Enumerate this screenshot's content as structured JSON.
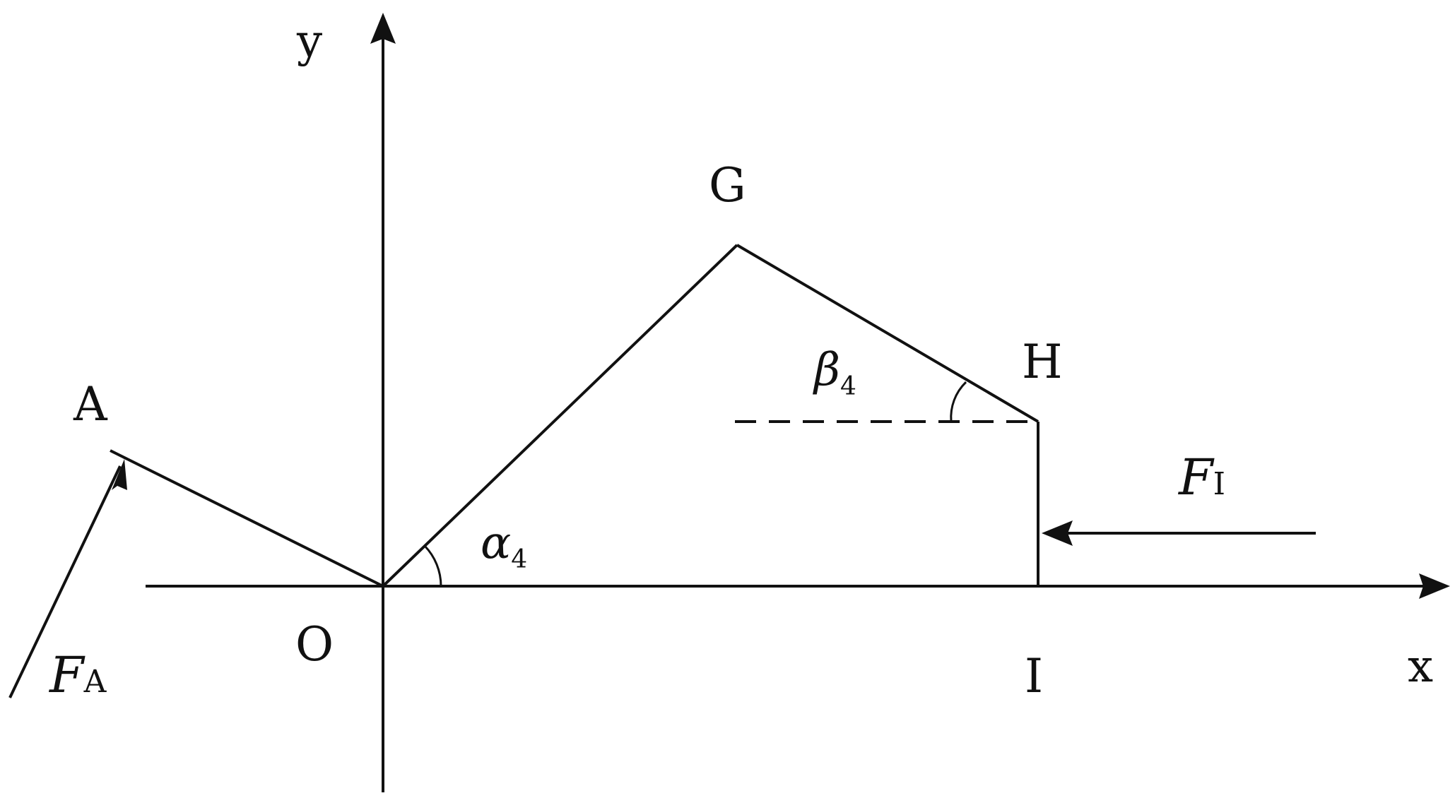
{
  "labels": {
    "y_axis": "y",
    "x_axis": "x",
    "point_O": "O",
    "point_A": "A",
    "point_G": "G",
    "point_H": "H",
    "point_I": "I",
    "force_A_main": "F",
    "force_A_sub": "A",
    "force_I_main": "F",
    "force_I_sub": "I",
    "angle_alpha_main": "α",
    "angle_alpha_sub": "4",
    "angle_beta_main": "β",
    "angle_beta_sub": "4"
  },
  "colors": {
    "line": "#111111",
    "background": "#ffffff"
  }
}
